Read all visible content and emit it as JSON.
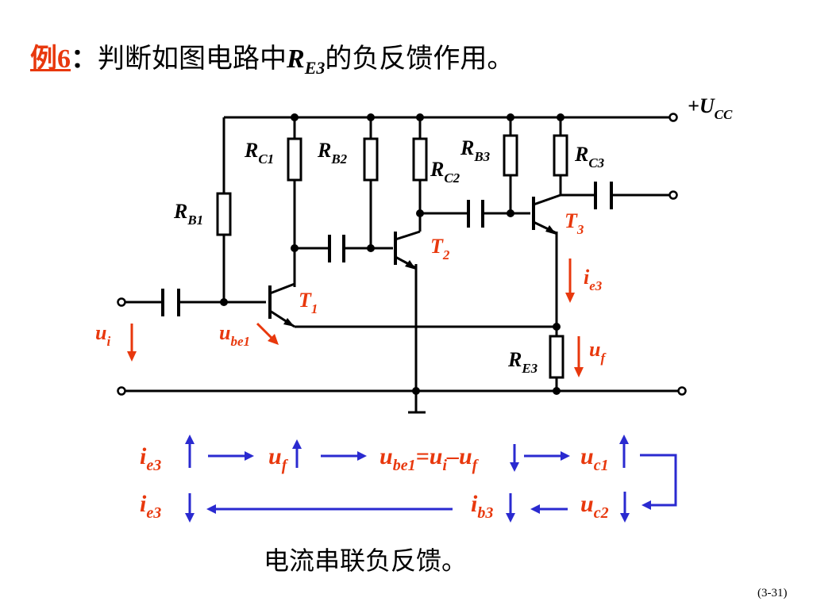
{
  "title": {
    "example": "例6",
    "colon": "：",
    "pre": "判断如图电路中",
    "var": "R",
    "sub": "E3",
    "post": "的负反馈作用。"
  },
  "circuit": {
    "supply": {
      "sign": "+",
      "var": "U",
      "sub": "CC"
    },
    "resistors": [
      {
        "var": "R",
        "sub": "B1"
      },
      {
        "var": "R",
        "sub": "C1"
      },
      {
        "var": "R",
        "sub": "B2"
      },
      {
        "var": "R",
        "sub": "C2"
      },
      {
        "var": "R",
        "sub": "B3"
      },
      {
        "var": "R",
        "sub": "C3"
      },
      {
        "var": "R",
        "sub": "E3"
      }
    ],
    "transistors": [
      {
        "var": "T",
        "sub": "1"
      },
      {
        "var": "T",
        "sub": "2"
      },
      {
        "var": "T",
        "sub": "3"
      }
    ],
    "signals": {
      "ui": {
        "var": "u",
        "sub": "i"
      },
      "ube1": {
        "var": "u",
        "sub": "be1"
      },
      "ie3": {
        "var": "i",
        "sub": "e3"
      },
      "uf": {
        "var": "u",
        "sub": "f"
      }
    }
  },
  "analysis": {
    "row1": [
      {
        "var": "i",
        "sub": "e3",
        "dir": "up"
      },
      {
        "var": "u",
        "sub": "f",
        "dir": "up"
      },
      {
        "expr": {
          "a_var": "u",
          "a_sub": "be1",
          "eq": "=",
          "b_var": "u",
          "b_sub": "i",
          "minus": "–",
          "c_var": "u",
          "c_sub": "f"
        },
        "dir": "down"
      },
      {
        "var": "u",
        "sub": "c1",
        "dir": "up"
      }
    ],
    "row2": [
      {
        "var": "i",
        "sub": "e3",
        "dir": "down"
      },
      {
        "var": "i",
        "sub": "b3",
        "dir": "down"
      },
      {
        "var": "u",
        "sub": "c2",
        "dir": "down"
      }
    ]
  },
  "conclusion": "电流串联负反馈。",
  "page": "(3-31)",
  "colors": {
    "accent": "#e8380d",
    "arrow": "#2a2ad0",
    "wire": "#000000"
  }
}
